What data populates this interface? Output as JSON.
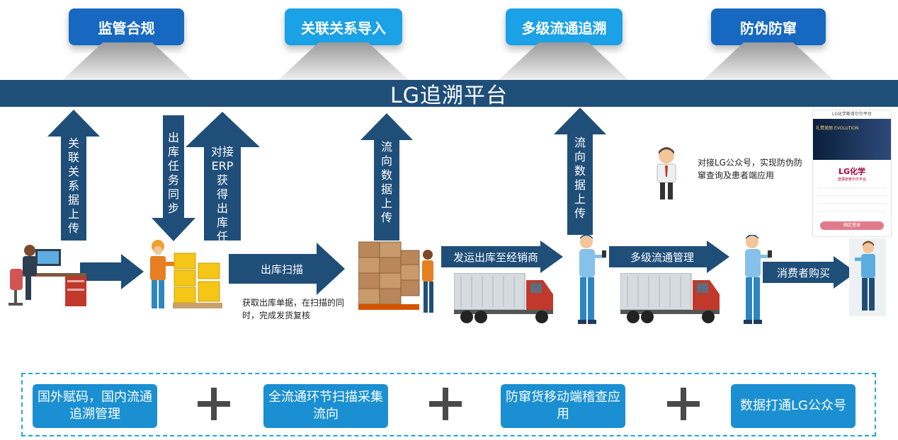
{
  "top_buttons": [
    {
      "label": "监管合规",
      "color": "#1668c1"
    },
    {
      "label": "关联关系导入",
      "color": "#1aa1e6"
    },
    {
      "label": "多级流通追溯",
      "color": "#1aa1e6"
    },
    {
      "label": "防伪防窜",
      "color": "#1668c1"
    }
  ],
  "platform": {
    "title": "LG追溯平台",
    "color": "#1f4e79"
  },
  "arrows": {
    "relation_upload": "关联关系据上传",
    "outbound_task_sync": "出库任务同步",
    "erp_line1": "对接",
    "erp_line2": "ERP",
    "erp_line3": "获得出库任务单",
    "flow_upload_1": "流向数据上传",
    "flow_upload_2": "流向数据上传",
    "outbound_scan": "出库扫描",
    "ship_to_dealer": "发运出库至经销商",
    "multi_level": "多级流通管理",
    "consumer_buy": "消费者购买"
  },
  "notes": {
    "scan_note": "获取出库单据，在扫描的同时，完成发货复核",
    "wechat_note": "对接LG公众号，实现防伪防窜查询及患者端应用"
  },
  "phone": {
    "header": "LG化学斯奇尔尔平台",
    "banner": "礼赞美丽 EVOLUTION",
    "brand": "LG化学",
    "sub": "登录斯奇尔尔平台",
    "button": "确定登录"
  },
  "features": [
    "国外赋码，国内流通追溯管理",
    "全流通环节扫描采集流向",
    "防窜货移动端稽查应用",
    "数据打通LG公众号"
  ],
  "colors": {
    "arrow": "#1f4e79",
    "feature": "#1a8fd1",
    "dash": "#1ea6e0"
  }
}
